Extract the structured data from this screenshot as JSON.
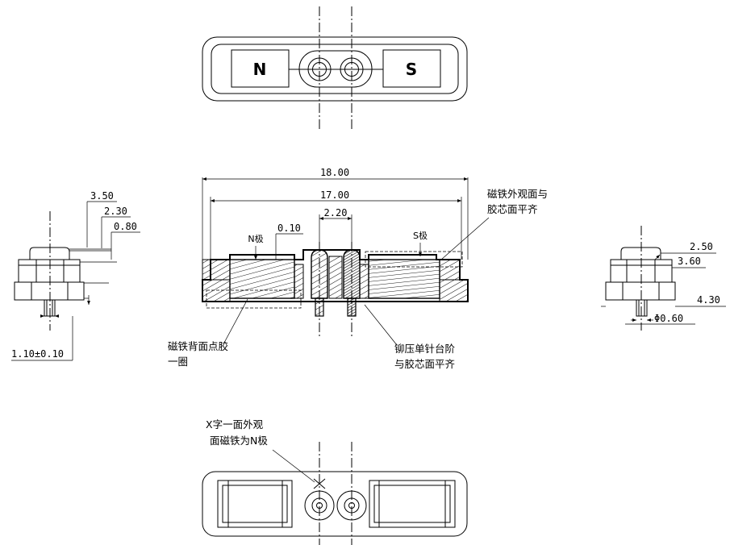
{
  "top_view": {
    "pole_n": "N",
    "pole_s": "S"
  },
  "side_left": {
    "dim_350": "3.50",
    "dim_230": "2.30",
    "dim_080": "0.80",
    "dim_pin": "1.10±0.10"
  },
  "section": {
    "dim_overall": "18.00",
    "dim_inner": "17.00",
    "dim_pitch": "2.20",
    "dim_gap": "0.10",
    "label_n": "N极",
    "label_s": "S极",
    "note_top_right_1": "磁铁外观面与",
    "note_top_right_2": "胶芯面平齐",
    "note_bottom_left_1": "磁铁背面点胶",
    "note_bottom_left_2": "一圈",
    "note_bottom_right_1": "铆压单针台阶",
    "note_bottom_right_2": "与胶芯面平齐"
  },
  "side_right": {
    "dim_250": "2.50",
    "dim_360": "3.60",
    "dim_430": "4.30",
    "dim_dia": "Φ0.60"
  },
  "bottom_view": {
    "note_1": "X字一面外观",
    "note_2": "面磁铁为N极"
  }
}
